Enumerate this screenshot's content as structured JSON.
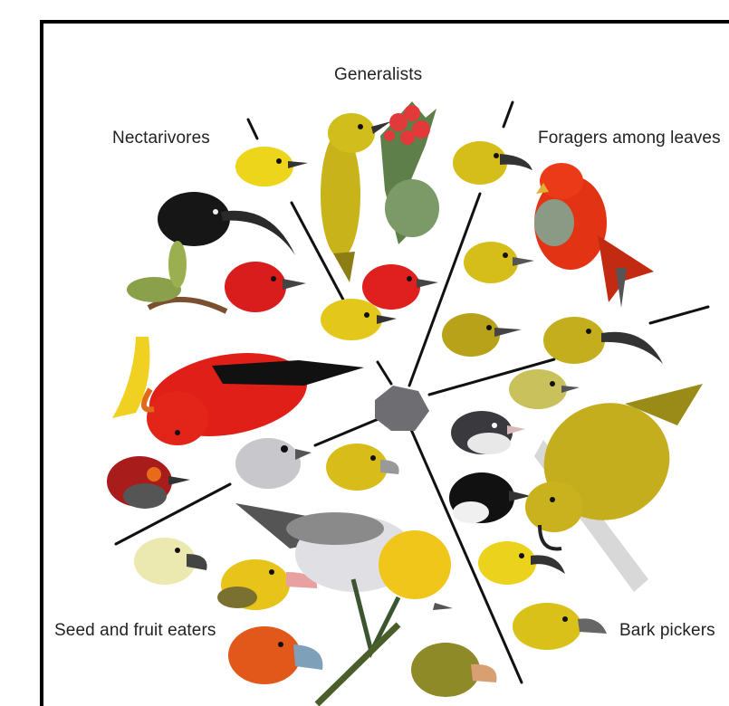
{
  "labels": {
    "generalists": "Generalists",
    "nectarivores": "Nectarivores",
    "foragers": "Foragers among leaves",
    "seed_fruit": "Seed and fruit eaters",
    "bark": "Bark pickers"
  },
  "colors": {
    "yellow": "#e6c812",
    "olive": "#a89a1c",
    "red": "#e3211b",
    "black": "#141414",
    "hub": "#6e6e72"
  }
}
